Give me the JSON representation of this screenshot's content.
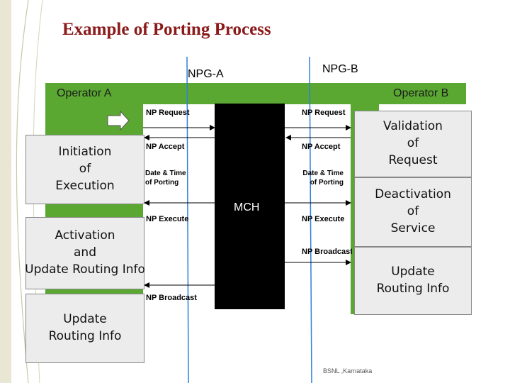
{
  "title": "Example of Porting Process",
  "npg_a": "NPG-A",
  "npg_b": "NPG-B",
  "operator_a": "Operator A",
  "operator_b": "Operator B",
  "mch": "MCH",
  "left_boxes": {
    "initiation": "Initiation\nof\nExecution",
    "activation": "Activation\nand\nUpdate Routing Info",
    "update": "Update\nRouting Info"
  },
  "right_boxes": {
    "validation": "Validation\nof\nRequest",
    "deactivation": "Deactivation\nof\nService",
    "update": "Update\nRouting Info"
  },
  "left_messages": {
    "np_request": "NP Request",
    "np_accept": "NP Accept",
    "date_time": "Date & Time\nof Porting",
    "np_execute": "NP Execute",
    "np_broadcast": "NP Broadcast"
  },
  "right_messages": {
    "np_request": "NP Request",
    "np_accept": "NP Accept",
    "date_time": "Date & Time\nof Porting",
    "np_execute": "NP Execute",
    "np_broadcast": "NP Broadcast"
  },
  "footer": "BSNL ,Karnataka",
  "colors": {
    "title": "#8b1a1a",
    "operator_bar": "#5aa832",
    "mch": "#000000",
    "box": "#ececec"
  }
}
